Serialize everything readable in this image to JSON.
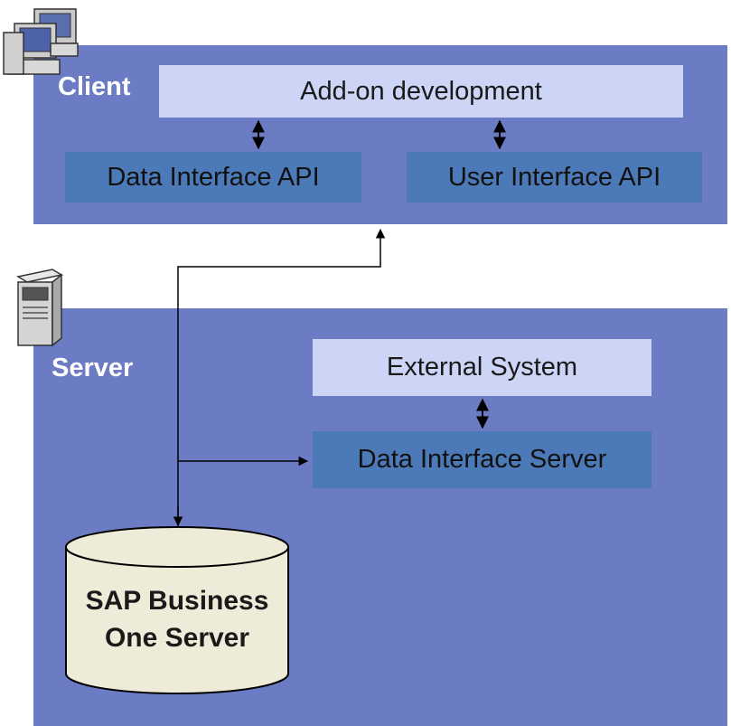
{
  "client": {
    "label": "Client",
    "addon_box": "Add-on development",
    "data_api_box": "Data Interface API",
    "ui_api_box": "User Interface API"
  },
  "server": {
    "label": "Server",
    "external_box": "External System",
    "di_server_box": "Data Interface Server",
    "database": {
      "line1": "SAP Business",
      "line2": "One Server"
    }
  },
  "icons": [
    "client-computers-icon",
    "server-tower-icon",
    "database-cylinder-icon"
  ],
  "colors": {
    "panel": "#6b7cc4",
    "light_box": "#cdd5f7",
    "dark_box": "#4c7ab8",
    "database_fill": "#efebd9",
    "label_text": "#ffffff"
  }
}
